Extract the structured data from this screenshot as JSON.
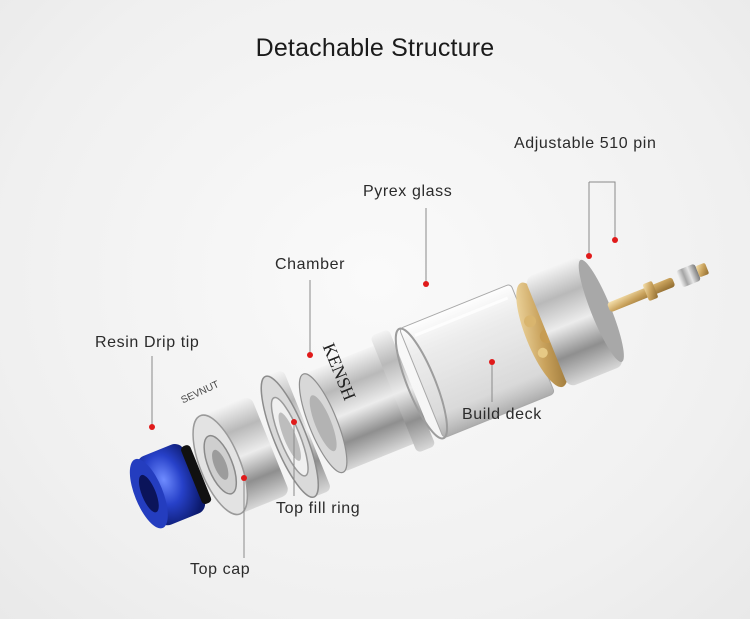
{
  "title": "Detachable Structure",
  "colors": {
    "leader": "#8a8a8a",
    "dot": "#e01a1a",
    "drip_tip": "#1f3fb8"
  },
  "labels": {
    "adjustable_pin": "Adjustable  510 pin",
    "pyrex_glass": "Pyrex glass",
    "chamber": "Chamber",
    "resin_drip_tip": "Resin Drip tip",
    "build_deck": "Build deck",
    "top_fill_ring": "Top fill ring",
    "top_cap": "Top cap"
  },
  "engravings": {
    "chamber": "KENSH",
    "top_cap": "SEVNUT"
  }
}
